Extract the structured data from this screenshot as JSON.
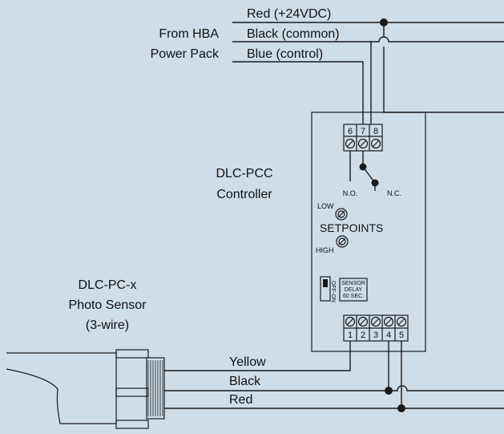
{
  "wires_top": {
    "red": "Red (+24VDC)",
    "black": "Black (common)",
    "blue": "Blue (control)"
  },
  "source": {
    "line1": "From HBA",
    "line2": "Power Pack"
  },
  "controller": {
    "line1": "DLC-PCC",
    "line2": "Controller",
    "terminals_top": [
      "6",
      "7",
      "8"
    ],
    "no_label": "N.O.",
    "nc_label": "N.C.",
    "low_label": "LOW",
    "setpoints_label": "SETPOINTS",
    "high_label": "HIGH",
    "switch_label": "OFF-ON",
    "delay_line1": "SENSOR",
    "delay_line2": "DELAY",
    "delay_line3": "60 SEC.",
    "terminals_bottom": [
      "1",
      "2",
      "3",
      "4",
      "5"
    ]
  },
  "sensor": {
    "line1": "DLC-PC-x",
    "line2": "Photo Sensor",
    "line3": "(3-wire)"
  },
  "wires_bottom": {
    "yellow": "Yellow",
    "black": "Black",
    "red": "Red"
  }
}
